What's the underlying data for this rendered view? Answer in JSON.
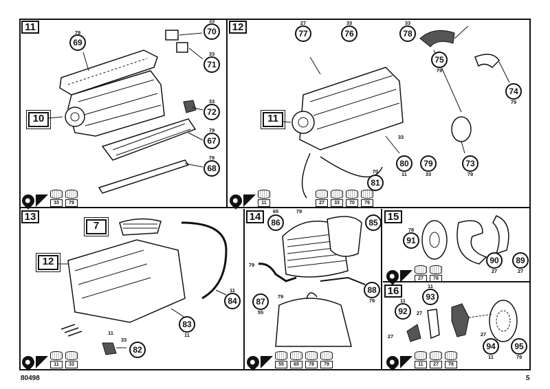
{
  "footer": {
    "catalog_number": "80498",
    "page_number": "5"
  },
  "steps": [
    {
      "id": "11",
      "callouts": [
        {
          "n": "69",
          "code": "79"
        },
        {
          "n": "70",
          "code": "33"
        },
        {
          "n": "71",
          "code": "33"
        },
        {
          "n": "72",
          "code": "33"
        },
        {
          "n": "67",
          "code": "79"
        },
        {
          "n": "68",
          "code": "79"
        }
      ],
      "refs": [
        "10"
      ],
      "paints": [
        "33",
        "79"
      ]
    },
    {
      "id": "12",
      "callouts": [
        {
          "n": "77",
          "code": "27"
        },
        {
          "n": "76",
          "code": "33"
        },
        {
          "n": "78",
          "code": "33"
        },
        {
          "n": "75",
          "code": "79"
        },
        {
          "n": "74",
          "code": "79"
        },
        {
          "n": "73",
          "code": "79"
        },
        {
          "n": "79",
          "code": "33"
        },
        {
          "n": "80",
          "code": "11"
        },
        {
          "n": "81",
          "code": "70"
        }
      ],
      "refs": [
        "11"
      ],
      "loose_codes": [
        "33"
      ],
      "paints": [
        "11",
        "27",
        "33",
        "70",
        "79"
      ]
    },
    {
      "id": "13",
      "callouts": [
        {
          "n": "84",
          "code": "11"
        },
        {
          "n": "83",
          "code": "11"
        },
        {
          "n": "82",
          "code": "33"
        }
      ],
      "refs": [
        "7",
        "12"
      ],
      "loose_codes": [
        "11"
      ],
      "paints": [
        "11",
        "33"
      ]
    },
    {
      "id": "14",
      "callouts": [
        {
          "n": "86",
          "code": "65"
        },
        {
          "n": "85",
          "code": ""
        },
        {
          "n": "87",
          "code": "55"
        },
        {
          "n": "88",
          "code": "79"
        }
      ],
      "loose_codes": [
        "79",
        "79",
        "79"
      ],
      "paints": [
        "55",
        "65",
        "78",
        "79"
      ]
    },
    {
      "id": "15",
      "callouts": [
        {
          "n": "91",
          "code": "78"
        },
        {
          "n": "90",
          "code": "27"
        },
        {
          "n": "89",
          "code": "27"
        }
      ],
      "paints": [
        "27",
        "78"
      ]
    },
    {
      "id": "16",
      "callouts": [
        {
          "n": "92",
          "code": "11"
        },
        {
          "n": "93",
          "code": "11"
        },
        {
          "n": "94",
          "code": "11"
        },
        {
          "n": "95",
          "code": "79"
        }
      ],
      "loose_codes": [
        "27",
        "27",
        "27"
      ],
      "paints": [
        "11",
        "27",
        "78"
      ]
    }
  ]
}
